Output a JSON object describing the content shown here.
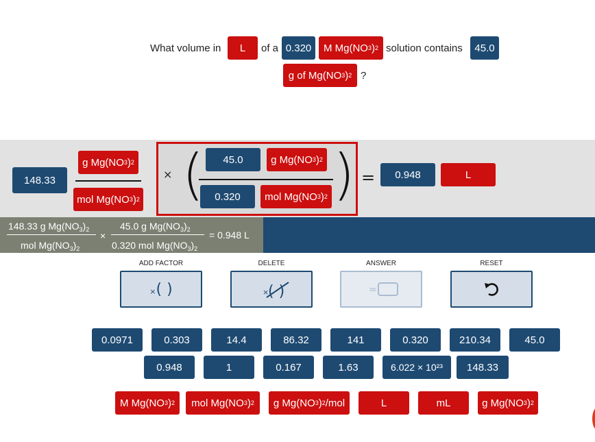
{
  "question": {
    "t1": "What volume in",
    "unit_L": "L",
    "t2": "of a",
    "molarity": "0.320",
    "molarity_unit": "M Mg(NO",
    "t3": "solution contains",
    "mass": "45.0",
    "mass_unit": "g of Mg(NO",
    "qmark": "?"
  },
  "work": {
    "given_value": "148.33",
    "frac1_num": "g Mg(NO",
    "frac1_den": "mol Mg(NO",
    "times": "×",
    "frac2_num_value": "45.0",
    "frac2_num_unit": "g Mg(NO",
    "frac2_den_value": "0.320",
    "frac2_den_unit": "mol Mg(NO",
    "equals": "=",
    "answer_value": "0.948",
    "answer_unit": "L"
  },
  "summary": {
    "left_num": "148.33 g Mg(NO",
    "left_den": "mol Mg(NO",
    "times": "×",
    "right_num": "45.0 g Mg(NO",
    "right_den": "0.320 mol Mg(NO",
    "result": "= 0.948 L"
  },
  "controls": {
    "add_factor_label": "ADD FACTOR",
    "delete_label": "DELETE",
    "answer_label": "ANSWER",
    "reset_label": "RESET"
  },
  "value_tiles": {
    "row1": [
      "0.0971",
      "0.303",
      "14.4",
      "86.32",
      "141",
      "0.320",
      "210.34",
      "45.0"
    ],
    "row2": [
      "0.948",
      "1",
      "0.167",
      "1.63",
      "6.022 × 10²³",
      "148.33"
    ]
  },
  "unit_tiles": {
    "m_mg": "M Mg(NO",
    "mol_mg": "mol Mg(NO",
    "g_mg_per_mol": "g Mg(NO",
    "g_mg_per_mol_suffix": "/mol",
    "L": "L",
    "mL": "mL",
    "g_mg": "g Mg(NO"
  },
  "subscripts": {
    "three": "3",
    "two": "2",
    "close": ")"
  }
}
